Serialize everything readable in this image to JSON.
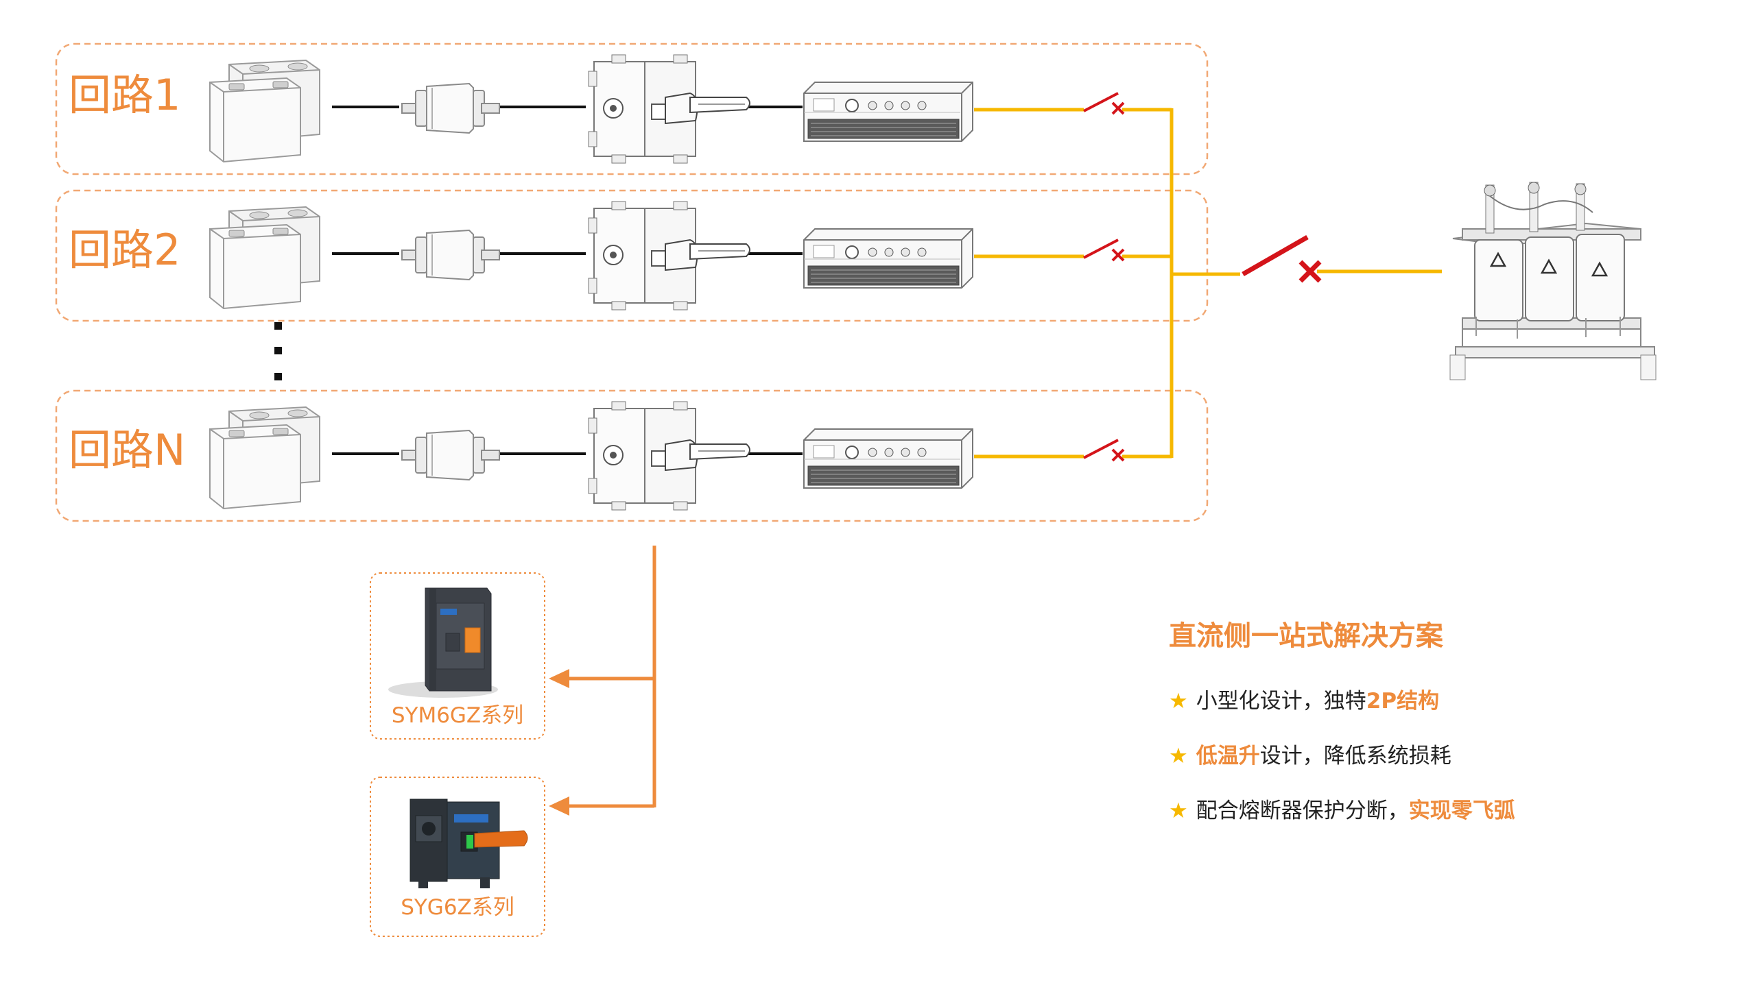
{
  "loops": [
    {
      "label": "回路1"
    },
    {
      "label": "回路2"
    },
    {
      "label": "回路N"
    }
  ],
  "products": [
    {
      "label": "SYM6GZ系列"
    },
    {
      "label": "SYG6Z系列"
    }
  ],
  "features": {
    "title": "直流侧一站式解决方案",
    "items": [
      {
        "pre": "小型化设计，独特",
        "hl": "2P结构",
        "post": ""
      },
      {
        "pre": "",
        "hl": "低温升",
        "post": "设计，降低系统损耗"
      },
      {
        "pre": "配合熔断器保护分断，",
        "hl": "实现零飞弧",
        "post": ""
      }
    ]
  },
  "colors": {
    "accent": "#ee8b3c",
    "yellow_line": "#f6b800",
    "cross_red": "#d4141a",
    "star": "#f6b800"
  },
  "icons": [
    "battery-icon",
    "fuse-icon",
    "dc-isolator-icon",
    "inverter-icon",
    "breaker-icon",
    "transformer-icon",
    "star-icon"
  ]
}
